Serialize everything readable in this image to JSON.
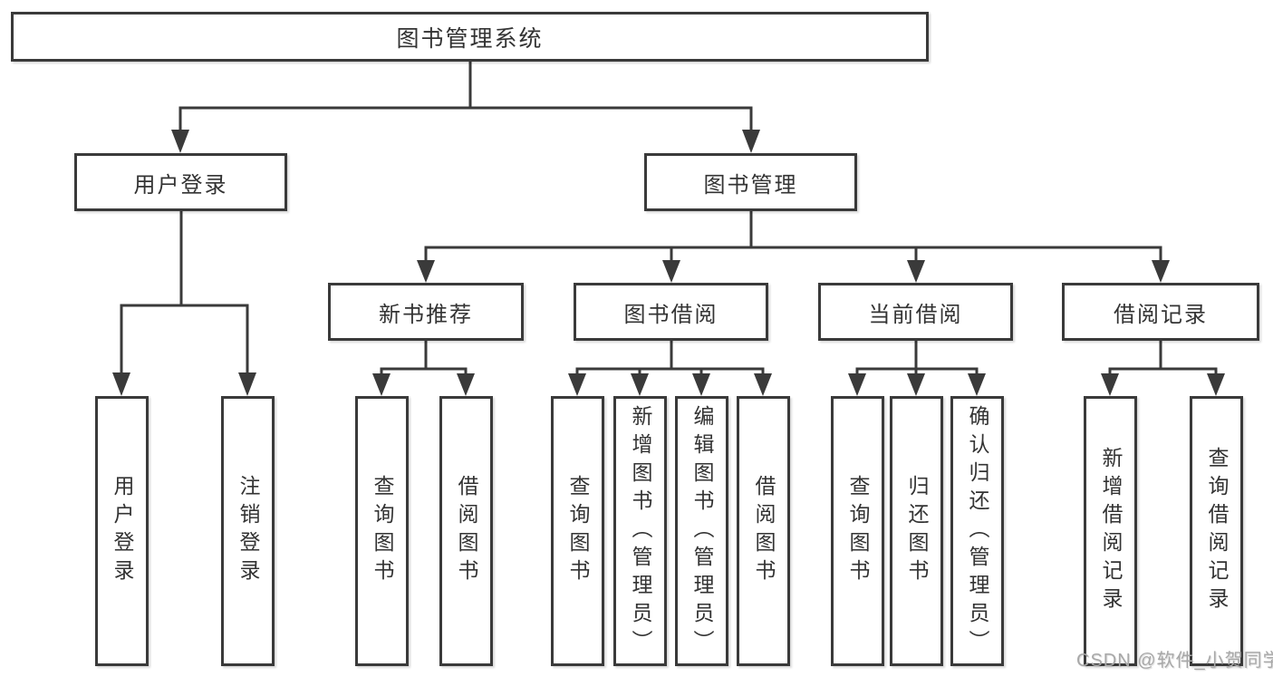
{
  "diagram": {
    "root": {
      "label": "图书管理系统"
    },
    "branches": [
      {
        "label": "用户登录",
        "children": [
          "用户登录",
          "注销登录"
        ]
      },
      {
        "label": "图书管理",
        "children": [
          {
            "label": "新书推荐",
            "children": [
              "查询图书",
              "借阅图书"
            ]
          },
          {
            "label": "图书借阅",
            "children": [
              "查询图书",
              "新增图书（管理员）",
              "编辑图书（管理员）",
              "借阅图书"
            ]
          },
          {
            "label": "当前借阅",
            "children": [
              "查询图书",
              "归还图书",
              "确认归还（管理员）"
            ]
          },
          {
            "label": "借阅记录",
            "children": [
              "新增借阅记录",
              "查询借阅记录"
            ]
          }
        ]
      }
    ],
    "colors": {
      "line": "#3a3a3a",
      "text": "#333333",
      "watermark_text": "#a8a8a8",
      "background": "#ffffff"
    },
    "watermark": "CSDN @软件_小贺同学"
  }
}
